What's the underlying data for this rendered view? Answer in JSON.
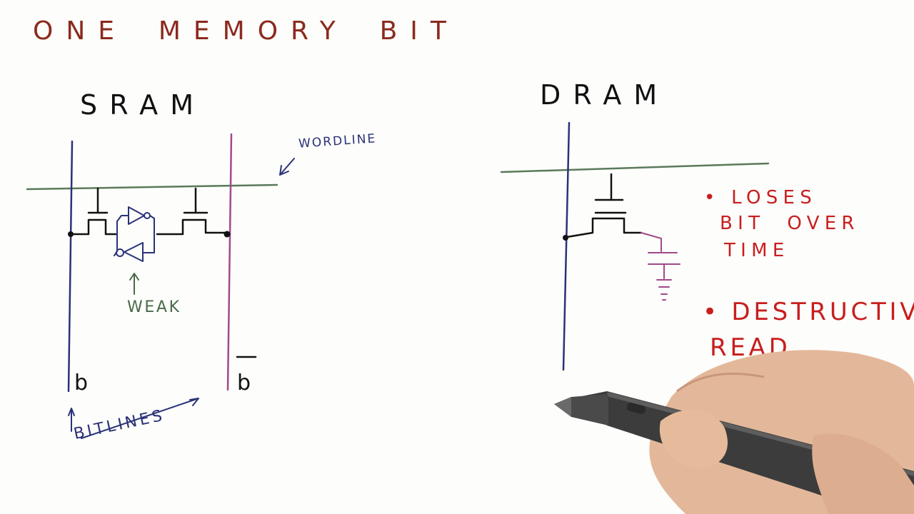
{
  "title": "ONE MEMORY BIT",
  "sram": {
    "heading": "SRAM",
    "wordline_label": "WORDLINE",
    "weak_label": "WEAK",
    "bitline_left_label": "b",
    "bitline_right_label": "b",
    "bitlines_label": "BITLINES"
  },
  "dram": {
    "heading": "DRAM",
    "notes": {
      "loses_line1": "• LOSES",
      "loses_line2": "BIT OVER",
      "loses_line3": "TIME",
      "destructive_line1": "• DESTRUCTIVE",
      "destructive_line2": "READ"
    }
  },
  "colors": {
    "title": "#8b2a1e",
    "wordline": "#5a7a5a",
    "bitline_left": "#2a3278",
    "bitline_right": "#a04a8a",
    "capacitor": "#a04a8a",
    "notes": "#c81e1e",
    "weak": "#4a6a4a"
  }
}
